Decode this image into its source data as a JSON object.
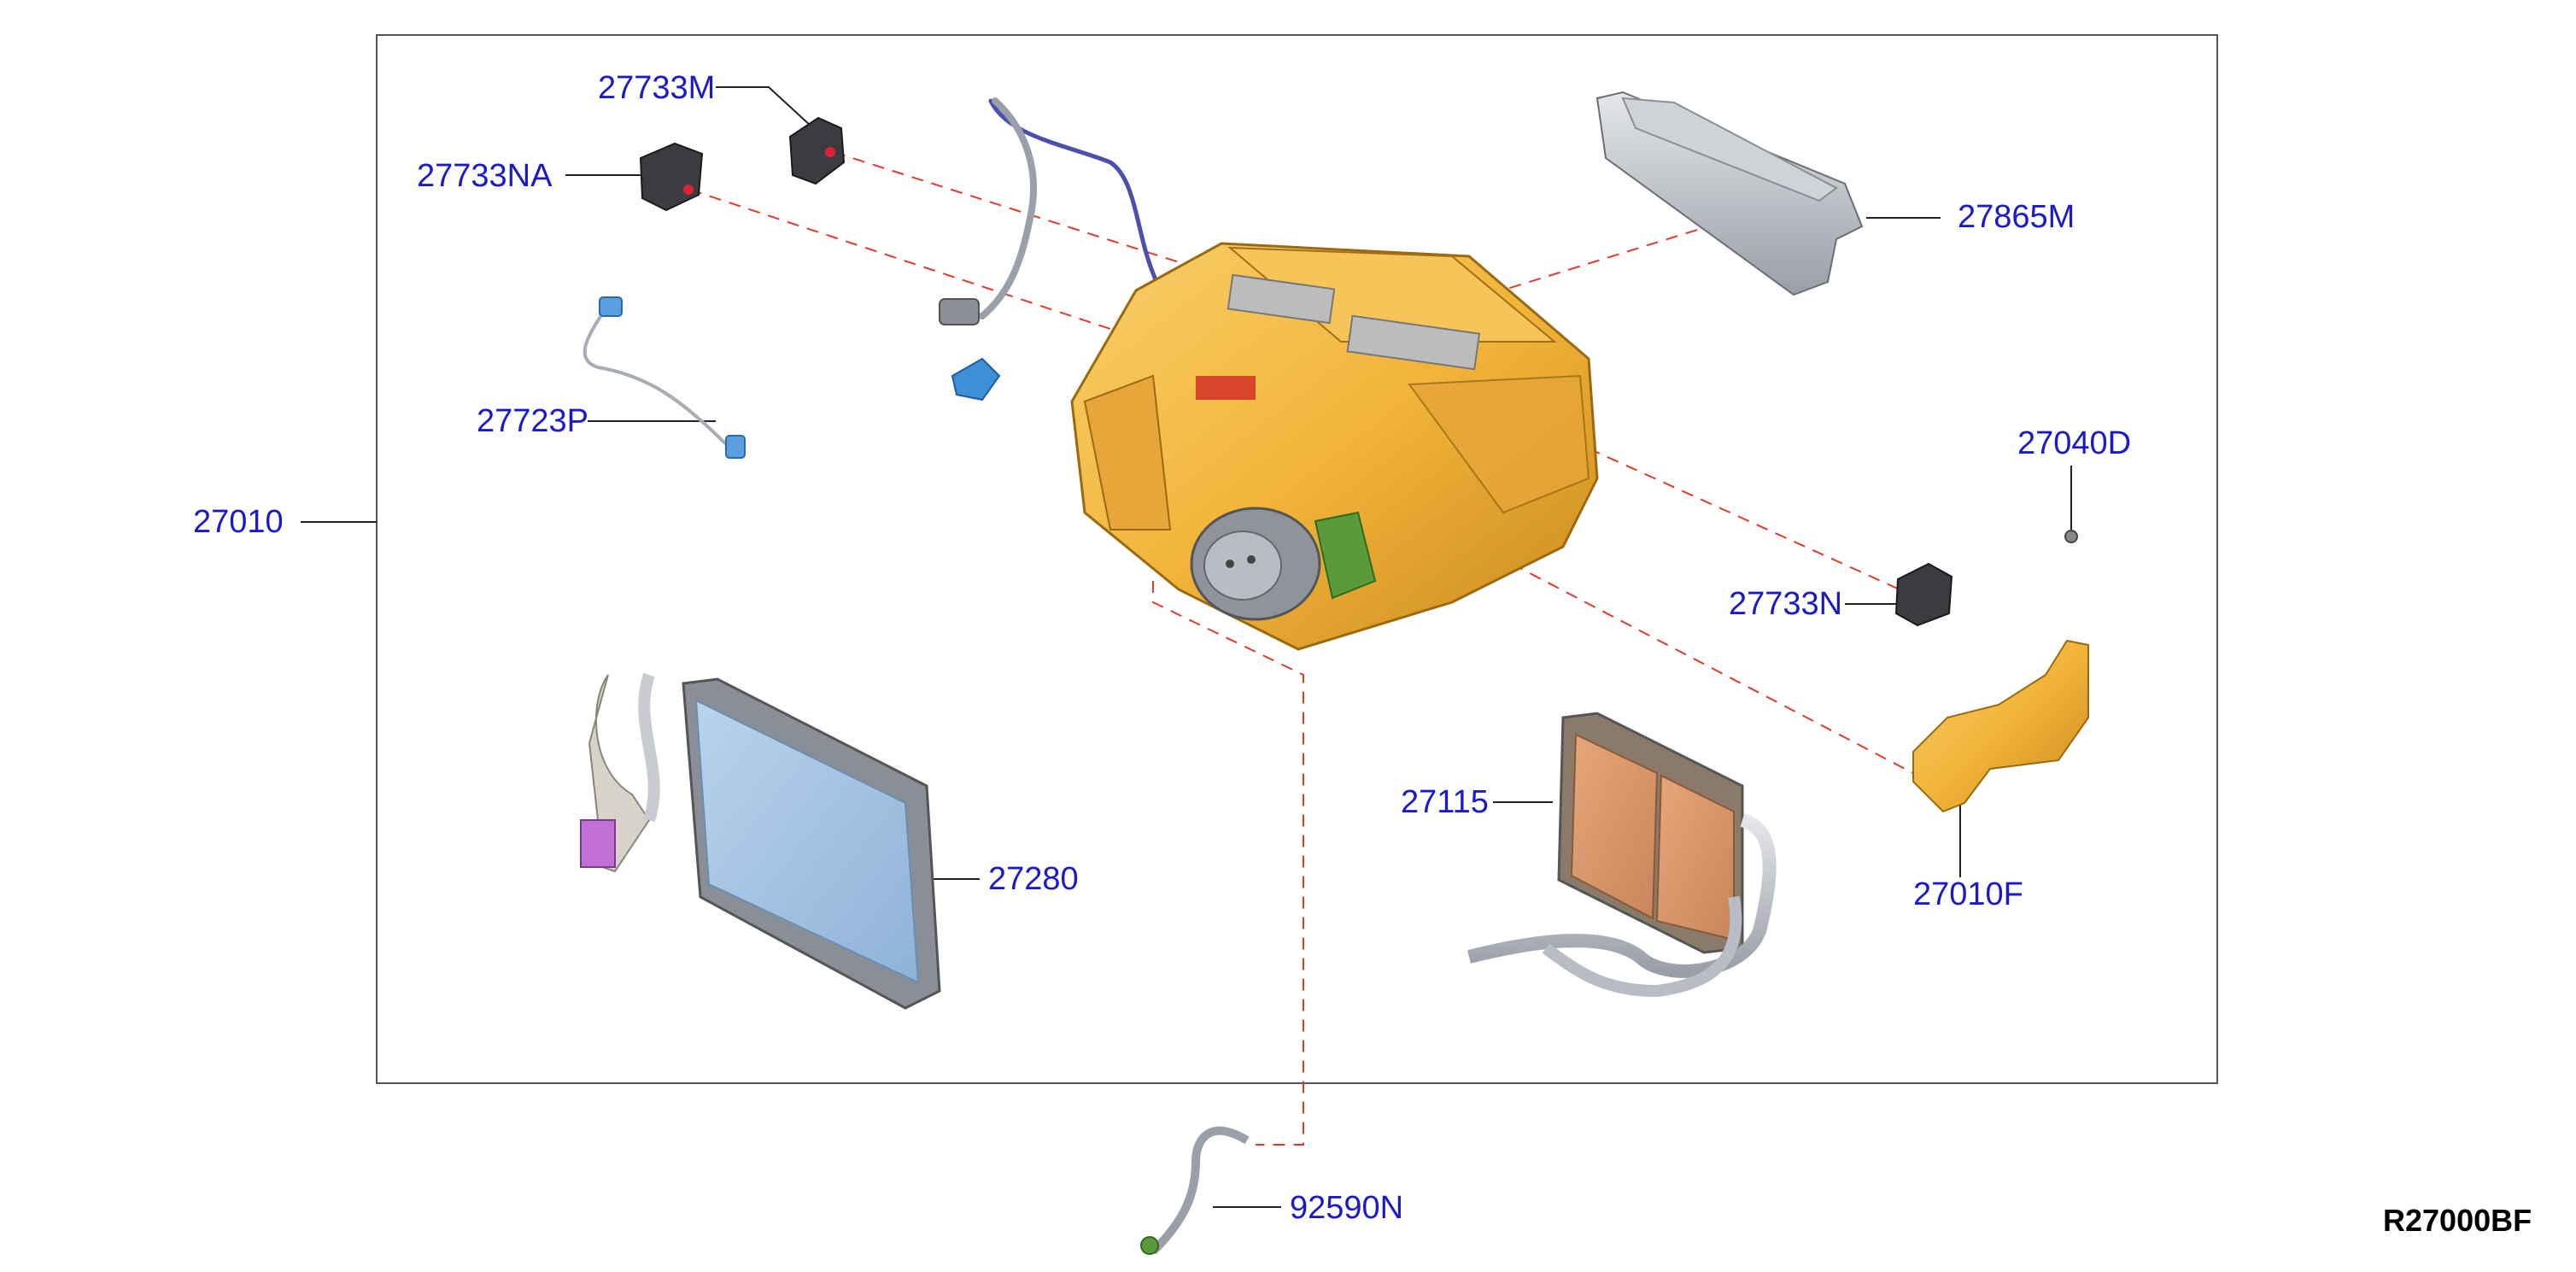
{
  "diagram_code": "R27000BF",
  "colors": {
    "callout_text": "#1a1acc",
    "leader_line": "#222222",
    "dashed_leader": "#e23a2a",
    "housing": "#f2b43a",
    "housing_shadow": "#c98a1c",
    "frame": "#555555"
  },
  "callouts": {
    "p27733M": "27733M",
    "p27733NA": "27733NA",
    "p27865M": "27865M",
    "p27723P": "27723P",
    "p27040D": "27040D",
    "p27010": "27010",
    "p27733N": "27733N",
    "p27115": "27115",
    "p27010F": "27010F",
    "p27280": "27280",
    "p92590N": "92590N"
  }
}
